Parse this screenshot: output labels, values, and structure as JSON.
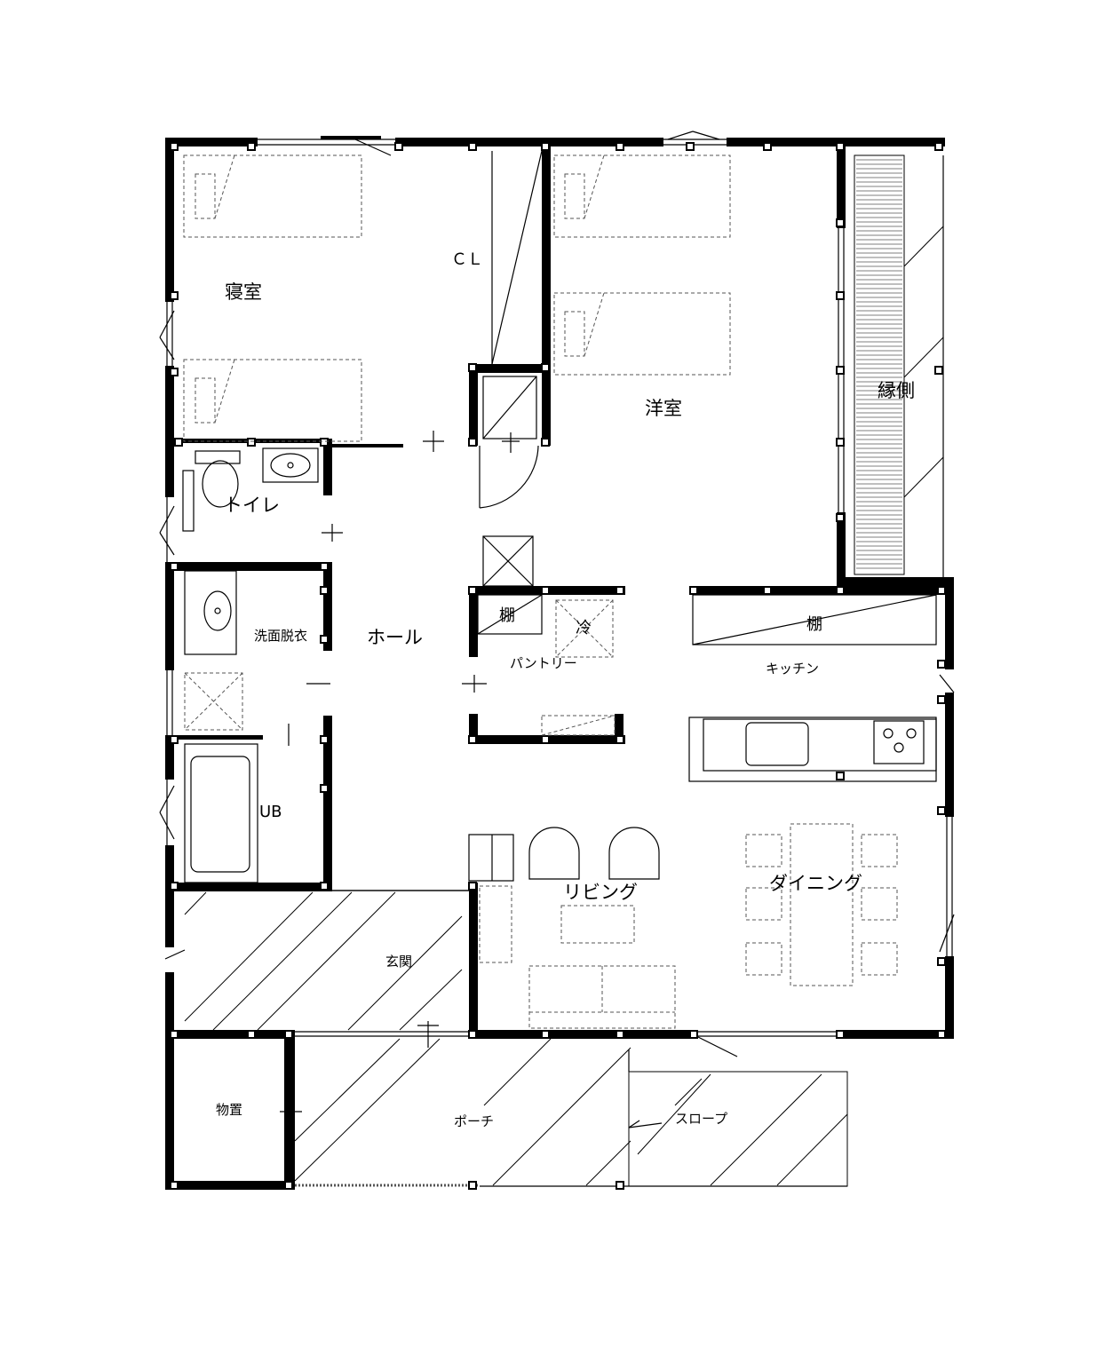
{
  "rooms": {
    "bedroom": "寝室",
    "closet": "ＣＬ",
    "western_room": "洋室",
    "engawa": "縁側",
    "toilet": "トイレ",
    "washroom": "洗面脱衣",
    "hall": "ホール",
    "pantry_shelf": "棚",
    "fridge": "冷",
    "pantry": "パントリー",
    "kitchen_shelf": "棚",
    "kitchen": "キッチン",
    "unit_bath": "UB",
    "living": "リビング",
    "dining": "ダイニング",
    "entrance": "玄関",
    "storage": "物置",
    "porch": "ポーチ",
    "slope": "スロープ"
  },
  "colors": {
    "ink": "#000000",
    "paper": "#ffffff",
    "dash": "#555555"
  }
}
